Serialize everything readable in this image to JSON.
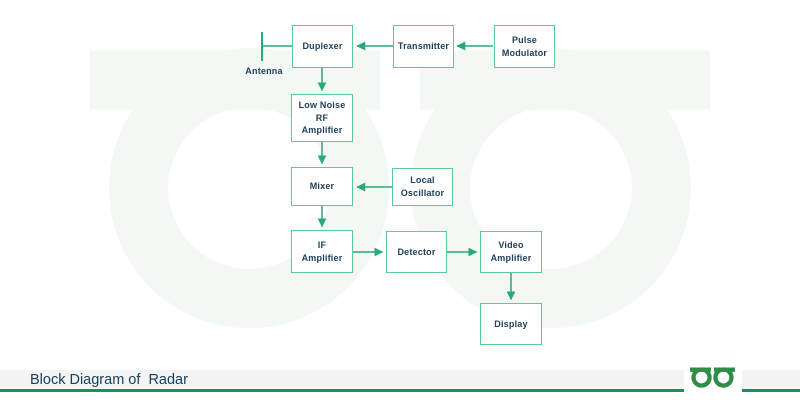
{
  "diagram": {
    "blocks": {
      "duplexer": "Duplexer",
      "transmitter": "Transmitter",
      "pulse_modulator": "Pulse\nModulator",
      "low_noise_rf_amplifier": "Low Noise\nRF\nAmplifier",
      "mixer": "Mixer",
      "local_oscillator": "Local\nOscillator",
      "if_amplifier": "IF\nAmplifier",
      "detector": "Detector",
      "video_amplifier": "Video\nAmplifier",
      "display": "Display"
    },
    "antenna_label": "Antenna",
    "flow": [
      "Pulse Modulator -> Transmitter -> Duplexer -> Antenna",
      "Duplexer -> Low Noise RF Amplifier -> Mixer -> IF Amplifier -> Detector -> Video Amplifier -> Display",
      "Local Oscillator -> Mixer"
    ]
  },
  "footer": {
    "caption": "Block Diagram of  Radar",
    "logo": "geeksforgeeks-logo"
  },
  "colors": {
    "box_border": "#5ec998",
    "connector": "#2aa77b",
    "block_text": "#21405a",
    "caption_text": "#16405d",
    "footer_bar_bg": "#f3f4f3",
    "footer_line": "#228b57",
    "brand_green": "#2f8d46",
    "watermark": "#f4f8f4"
  }
}
